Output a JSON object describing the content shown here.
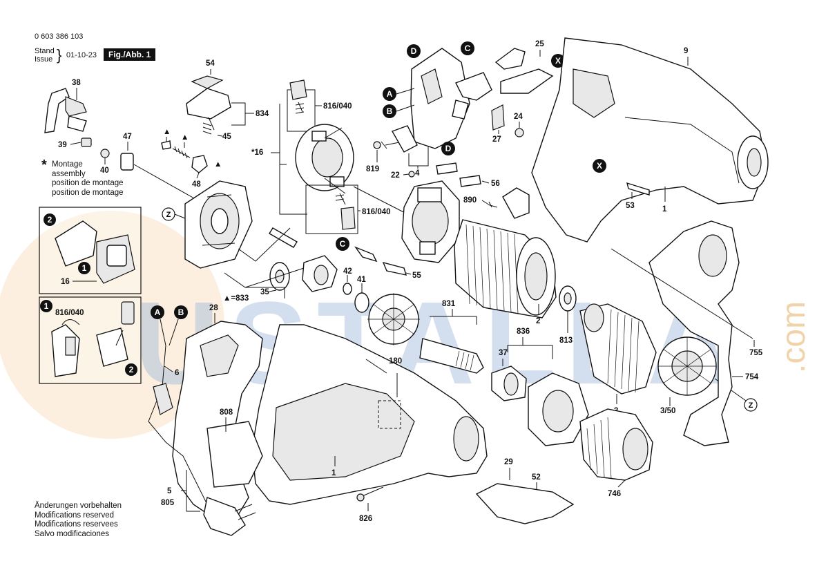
{
  "header": {
    "part_number": "0 603 386 103",
    "stand_label": "Stand",
    "issue_label": "Issue",
    "date": "01-10-23",
    "figure_label": "Fig./Abb. 1"
  },
  "legend": {
    "symbol": "*",
    "lines": [
      "Montage",
      "assembly",
      "position de montage",
      "position de montage"
    ]
  },
  "footer": {
    "lines": [
      "Änderungen vorbehalten",
      "Modifications reserved",
      "Modifications reservees",
      "Salvo modificaciones"
    ]
  },
  "watermark": {
    "main": "USTALLA",
    "side": ".com"
  },
  "callouts": {
    "letters": [
      "A",
      "B",
      "C",
      "D",
      "X",
      "Z"
    ],
    "triangle": "▲"
  },
  "part_labels": {
    "p38": "38",
    "p39": "39",
    "p40": "40",
    "p47": "47",
    "p48": "48",
    "p54": "54",
    "p834": "834",
    "p45": "45",
    "p816_040_a": "816/040",
    "p16_star": "*16",
    "p816_040_b": "816/040",
    "p819": "819",
    "p4": "4",
    "p22": "22",
    "p56": "56",
    "p890": "890",
    "p25": "25",
    "p9": "9",
    "p24": "24",
    "p27": "27",
    "p53": "53",
    "p1_top": "1",
    "p16_detail": "16",
    "p816_040_detail": "816/040",
    "p833": "▲=833",
    "p35": "35",
    "p42": "42",
    "p41": "41",
    "p55": "55",
    "p831": "831",
    "p2": "2",
    "p813": "813",
    "p836": "836",
    "p37": "37",
    "p3": "3",
    "p3_50": "3/50",
    "p755": "755",
    "p754": "754",
    "p28": "28",
    "p6": "6",
    "p180": "180",
    "p808": "808",
    "p1_bottom": "1",
    "p5": "5",
    "p805": "805",
    "p826": "826",
    "p29": "29",
    "p52": "52",
    "p746": "746"
  }
}
